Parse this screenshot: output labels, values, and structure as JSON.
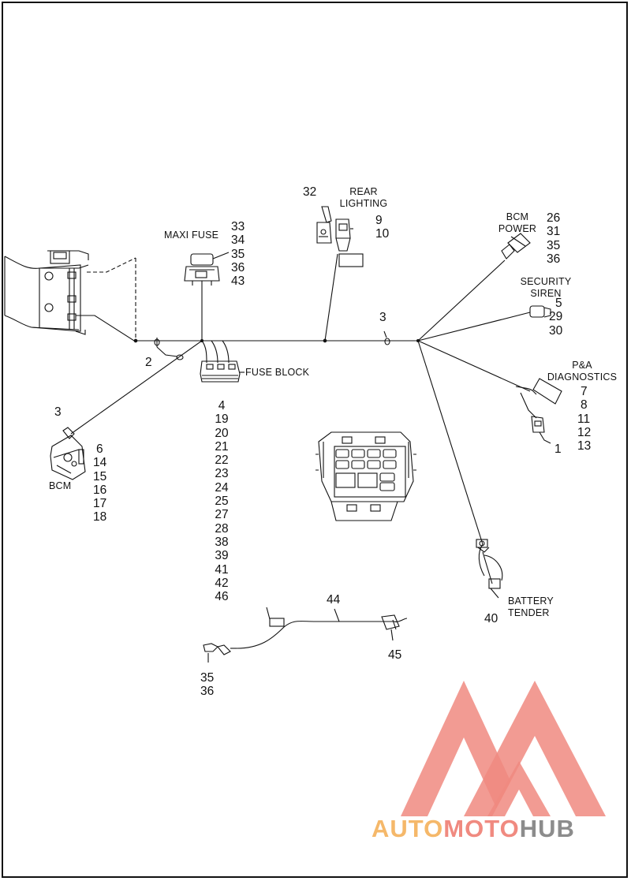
{
  "labels": {
    "maxi_fuse": "MAXI FUSE",
    "rear_lighting": [
      "REAR",
      "LIGHTING"
    ],
    "bcm_power": [
      "BCM",
      "POWER"
    ],
    "security_siren": [
      "SECURITY",
      "SIREN"
    ],
    "pa_diagnostics": [
      "P&A",
      "DIAGNOSTICS"
    ],
    "fuse_block": "FUSE BLOCK",
    "bcm": "BCM",
    "battery_tender": [
      "BATTERY",
      "TENDER"
    ]
  },
  "callouts": {
    "maxi_fuse": [
      "33",
      "34",
      "35",
      "36",
      "43"
    ],
    "rear_lighting_left": "32",
    "rear_lighting": [
      "9",
      "10"
    ],
    "bcm_power": [
      "26",
      "31",
      "35",
      "36"
    ],
    "security_siren": [
      "5",
      "29",
      "30"
    ],
    "pa_diagnostics": [
      "7",
      "8",
      "11",
      "12",
      "13"
    ],
    "pa_connector": "1",
    "clip_left": "2",
    "clip_mid": "3",
    "bcm_top": "3",
    "bcm": [
      "6",
      "14",
      "15",
      "16",
      "17",
      "18"
    ],
    "fuse_block": [
      "4",
      "19",
      "20",
      "21",
      "22",
      "23",
      "24",
      "25",
      "27",
      "28",
      "38",
      "39",
      "41",
      "42",
      "46"
    ],
    "battery_tender": "40",
    "cable": "44",
    "cable_end": "45",
    "cable_connector": [
      "35",
      "36"
    ]
  },
  "logo": {
    "part1": "AUTO",
    "part2": "MOTO",
    "part3": "HUB"
  },
  "colors": {
    "line": "#111111",
    "logo_red": "#f08a80",
    "logo_orange": "#f5b86a",
    "logo_gray": "#8c8c8c"
  }
}
